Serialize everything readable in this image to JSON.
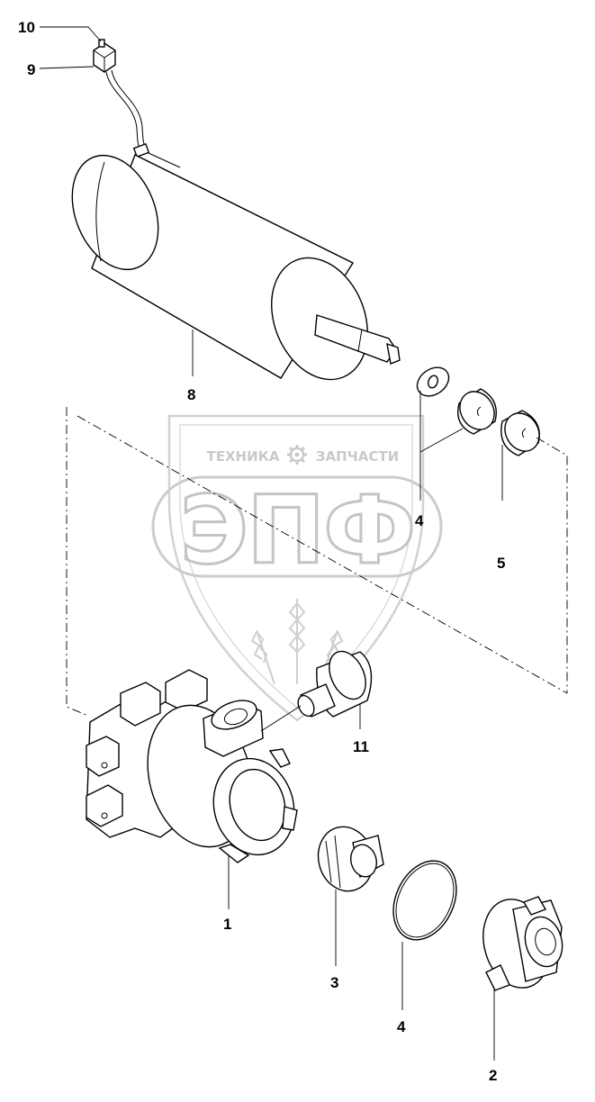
{
  "watermark": {
    "left_word": "ТЕХНИКА",
    "right_word": "ЗАПЧАСТИ",
    "logo_letters": "ЭПФ",
    "gear_icon": "gear-icon",
    "wheat_icon": "wheat-icon",
    "color": "#c8c8c8"
  },
  "callouts": [
    {
      "id": "c10",
      "label": "10"
    },
    {
      "id": "c9",
      "label": "9"
    },
    {
      "id": "c8",
      "label": "8"
    },
    {
      "id": "c4a",
      "label": "4"
    },
    {
      "id": "c5",
      "label": "5"
    },
    {
      "id": "c11",
      "label": "11"
    },
    {
      "id": "c1",
      "label": "1"
    },
    {
      "id": "c3",
      "label": "3"
    },
    {
      "id": "c4b",
      "label": "4"
    },
    {
      "id": "c2",
      "label": "2"
    }
  ]
}
